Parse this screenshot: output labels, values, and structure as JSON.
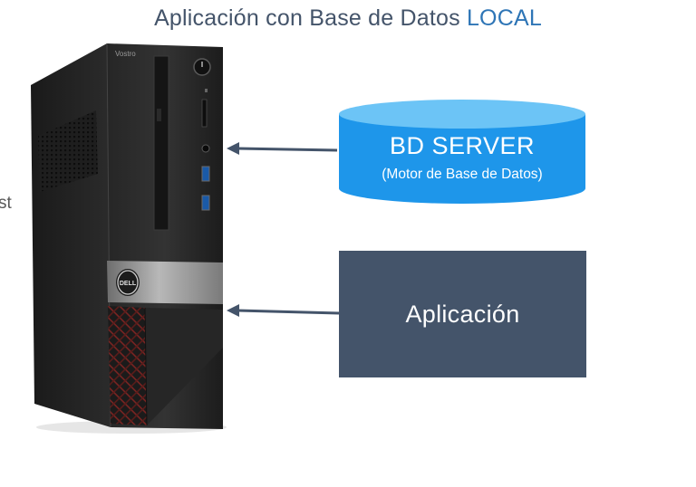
{
  "title": {
    "main": "Aplicación con Base de Datos ",
    "accent": "LOCAL"
  },
  "edge_text": "st",
  "pc": {
    "brand_label": "Vostro",
    "logo_text": "DELL",
    "icon": "desktop-tower-icon"
  },
  "database": {
    "title": "BD SERVER",
    "subtitle": "(Motor de Base de Datos)",
    "icon": "cylinder-database-icon",
    "color": "#1e96ea"
  },
  "application": {
    "label": "Aplicación",
    "color": "#44546a"
  },
  "arrows": {
    "color": "#44546a"
  },
  "colors": {
    "title": "#44546a",
    "accent": "#2e75b6"
  }
}
